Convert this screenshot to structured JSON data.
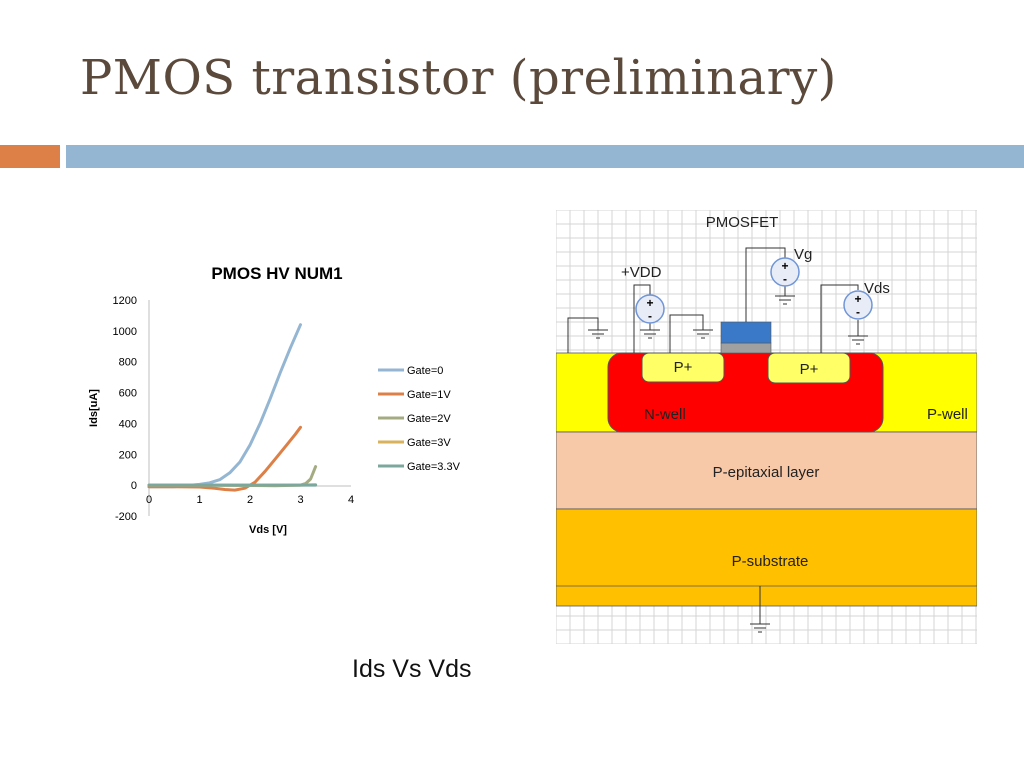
{
  "slide": {
    "title": "PMOS transistor (preliminary)",
    "caption": "Ids Vs Vds"
  },
  "colors": {
    "title": "#5b4a3c",
    "accent_orange": "#dd8047",
    "accent_blue": "#94b6d2"
  },
  "chart_data": {
    "type": "line",
    "title": "PMOS HV NUM1",
    "xlabel": "Vds [V]",
    "ylabel": "Ids[uA]",
    "xlim": [
      0,
      4
    ],
    "ylim": [
      -200,
      1200
    ],
    "xticks": [
      0,
      1,
      2,
      3,
      4
    ],
    "yticks": [
      -200,
      0,
      200,
      400,
      600,
      800,
      1000,
      1200
    ],
    "legend_position": "right",
    "grid": false,
    "series": [
      {
        "name": "Gate=0",
        "color": "#94b6d2",
        "x": [
          0,
          0.5,
          1.0,
          1.2,
          1.4,
          1.6,
          1.8,
          2.0,
          2.2,
          2.4,
          2.6,
          2.8,
          3.0
        ],
        "y": [
          -10,
          -10,
          5,
          15,
          35,
          80,
          150,
          260,
          400,
          560,
          730,
          890,
          1040
        ]
      },
      {
        "name": "Gate=1V",
        "color": "#dd8047",
        "x": [
          0,
          0.5,
          1.0,
          1.3,
          1.5,
          1.7,
          1.9,
          2.1,
          2.3,
          2.5,
          2.7,
          2.9,
          3.0
        ],
        "y": [
          -10,
          -10,
          -12,
          -20,
          -28,
          -32,
          -20,
          20,
          90,
          170,
          250,
          330,
          375
        ]
      },
      {
        "name": "Gate=2V",
        "color": "#a5ab81",
        "x": [
          0,
          1.0,
          2.0,
          2.5,
          3.0,
          3.1,
          3.2,
          3.25,
          3.3
        ],
        "y": [
          0,
          0,
          -2,
          -4,
          0,
          10,
          40,
          80,
          120
        ]
      },
      {
        "name": "Gate=3V",
        "color": "#d8b25c",
        "x": [
          0,
          1.0,
          2.0,
          3.0,
          3.3
        ],
        "y": [
          0,
          0,
          0,
          0,
          2
        ]
      },
      {
        "name": "Gate=3.3V",
        "color": "#7ba79d",
        "x": [
          0,
          1.0,
          2.0,
          3.0,
          3.3
        ],
        "y": [
          0,
          0,
          0,
          0,
          0
        ]
      }
    ]
  },
  "diagram": {
    "title": "PMOSFET",
    "labels": {
      "vdd": "+VDD",
      "vg": "Vg",
      "vds": "Vds",
      "source_plus": "P+",
      "drain_plus": "P+",
      "nwell": "N-well",
      "pwell": "P-well",
      "epi": "P-epitaxial layer",
      "substrate": "P-substrate",
      "plus": "+",
      "minus": "-"
    },
    "colors": {
      "pwell": "#ffff00",
      "nwell": "#ff0000",
      "pplus": "#ffff66",
      "epi": "#f7c9a9",
      "substrate": "#ffc000",
      "gate": "#3a78c8",
      "oxide": "#a0a0a0",
      "source_ring": "#6f95d8",
      "source_fill": "#e7ecf7"
    }
  }
}
